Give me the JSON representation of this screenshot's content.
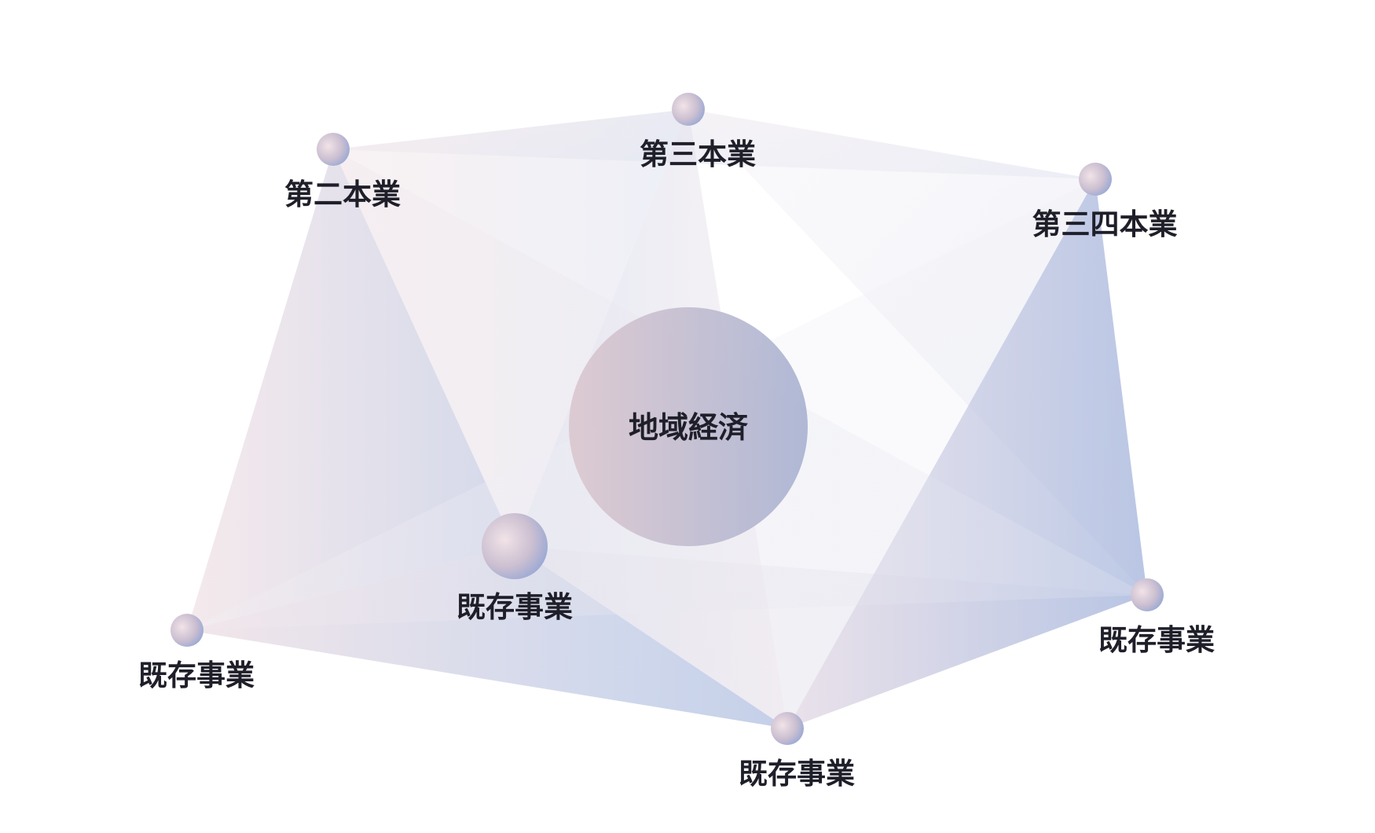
{
  "diagram": {
    "center": {
      "label": "地域経済"
    },
    "nodes": [
      {
        "id": "n1",
        "label": "第二本業"
      },
      {
        "id": "n2",
        "label": "第三本業"
      },
      {
        "id": "n3",
        "label": "第三四本業"
      },
      {
        "id": "n4",
        "label": "既存事業"
      },
      {
        "id": "n5",
        "label": "既存事業"
      },
      {
        "id": "n6",
        "label": "既存事業"
      },
      {
        "id": "n7",
        "label": "既存事業"
      }
    ]
  },
  "colors": {
    "pink": "#e8cfd6",
    "blue": "#9fb0d6",
    "light": "#f2f3f8",
    "text": "#1f1f2a"
  }
}
